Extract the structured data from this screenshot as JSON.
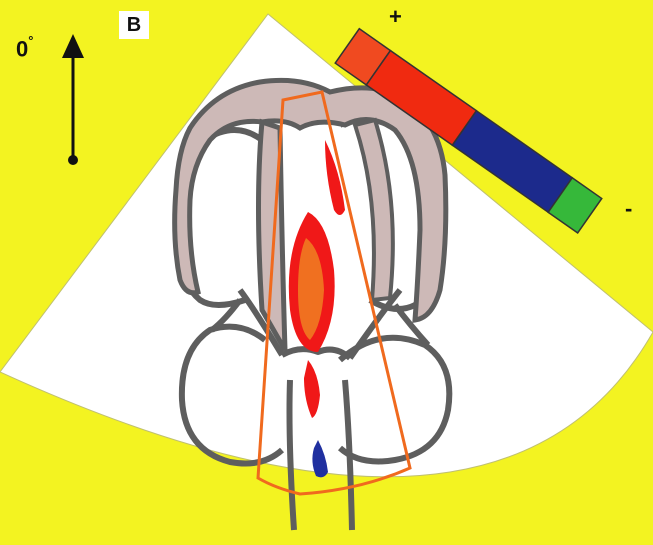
{
  "panel_label": "B",
  "orientation": {
    "angle": "0",
    "degree_symbol": "°"
  },
  "color_scale": {
    "plus_label": "+",
    "minus_label": "-",
    "segments": [
      {
        "name": "positive-velocity",
        "color": "#f02a10"
      },
      {
        "name": "negative-velocity",
        "color": "#1c2a8c"
      },
      {
        "name": "turbulence",
        "color": "#36b83a"
      }
    ]
  },
  "colors": {
    "background": "#f3f321",
    "sector": "#ffffff",
    "tissue": "#cdb9b7",
    "outline": "#5e5e5e",
    "sample_box": "#f06a1e",
    "flow_red": "#f01818",
    "flow_orange": "#f07020",
    "flow_blue": "#2030a0"
  }
}
